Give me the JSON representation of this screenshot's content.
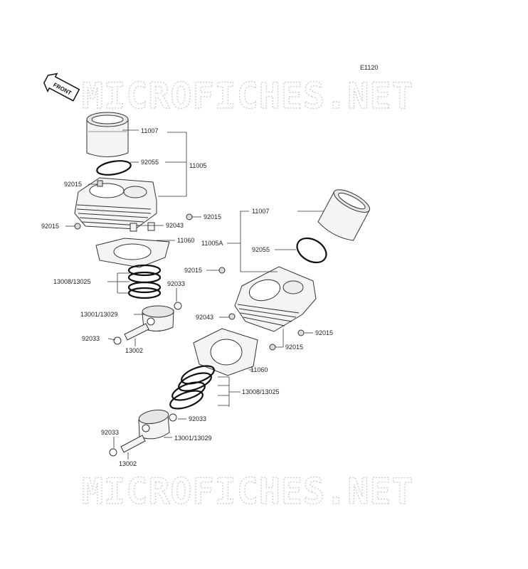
{
  "diagram_code": "E1120",
  "front_label": "FRONT",
  "watermark_top": "MICROFICHES.NET",
  "watermark_bottom": "MICROFICHES.NET",
  "left_assembly": {
    "p11007": "11007",
    "p92055": "92055",
    "p11005": "11005",
    "p92015_a": "92015",
    "p92015_b": "92015",
    "p92015_c": "92015",
    "p92043": "92043",
    "p11060": "11060",
    "p13008": "13008/13025",
    "p92033_a": "92033",
    "p13001": "13001/13029",
    "p92033_b": "92033",
    "p13002": "13002"
  },
  "right_assembly": {
    "p11007": "11007",
    "p11005A": "11005A",
    "p92055": "92055",
    "p92015_a": "92015",
    "p92043": "92043",
    "p92015_b": "92015",
    "p92015_c": "92015",
    "p11060": "11060",
    "p13008": "13008/13025",
    "p92033_a": "92033",
    "p92033_b": "92033",
    "p13001": "13001/13029",
    "p13002": "13002"
  }
}
